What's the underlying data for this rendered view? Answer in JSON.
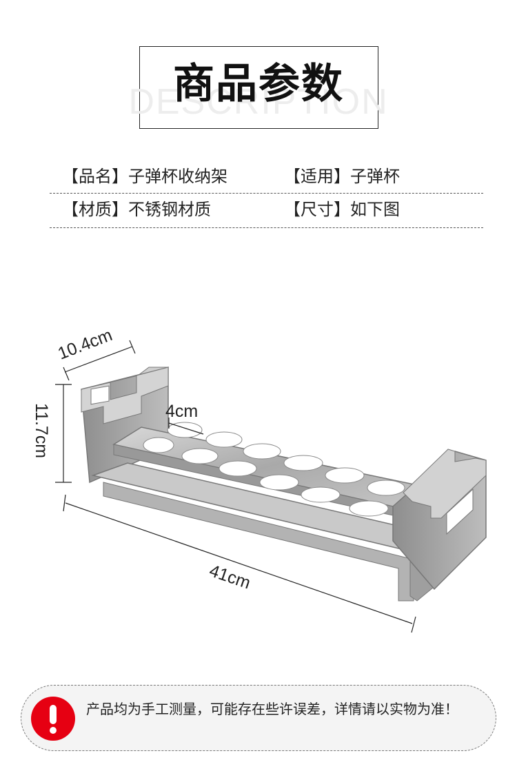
{
  "header": {
    "title": "商品参数",
    "watermark": "DESCRIPTION"
  },
  "specs": [
    {
      "left": {
        "key": "【品名】",
        "value": "子弹杯收纳架"
      },
      "right": {
        "key": "【适用】",
        "value": "子弹杯"
      }
    },
    {
      "left": {
        "key": "【材质】",
        "value": "不锈钢材质"
      },
      "right": {
        "key": "【尺寸】",
        "value": "如下图"
      }
    }
  ],
  "dimensions": {
    "width": "10.4cm",
    "height": "11.7cm",
    "hole": "4cm",
    "length": "41cm"
  },
  "note": {
    "icon": "exclamation-icon",
    "text": "产品均为手工测量，可能存在些许误差，详情请以实物为准！"
  },
  "colors": {
    "warning": "#e60012",
    "steel": "#b9b9b9"
  }
}
